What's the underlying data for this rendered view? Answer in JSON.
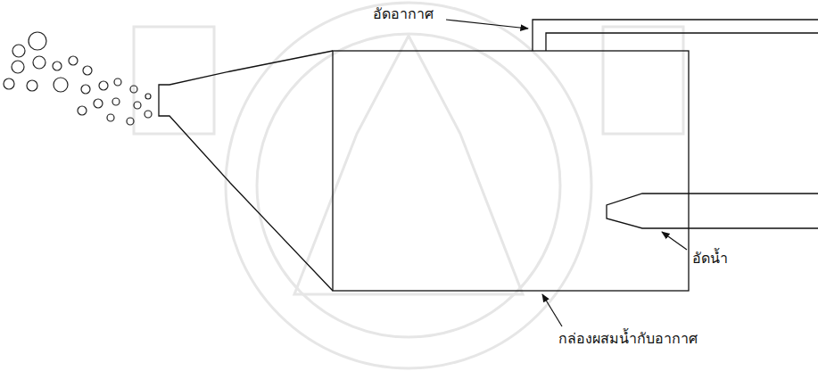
{
  "diagram": {
    "labels": [
      "อัดอากาศ",
      "อัดน้ำ",
      "กล่องผสมน้ำกับอากาศ"
    ]
  }
}
